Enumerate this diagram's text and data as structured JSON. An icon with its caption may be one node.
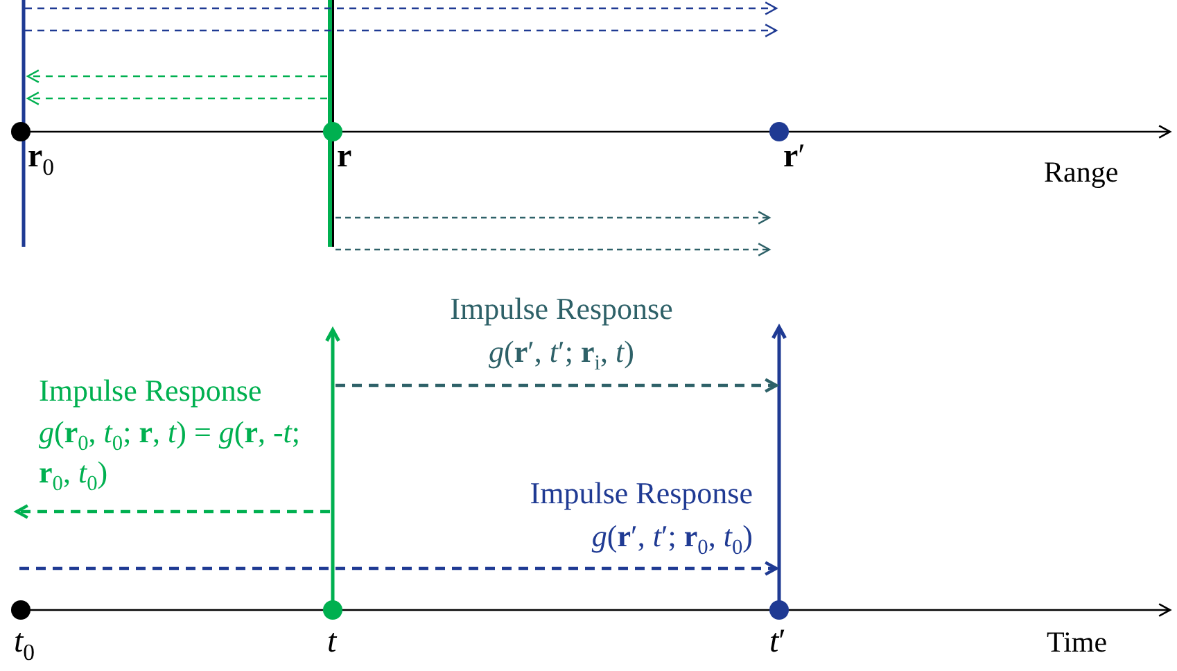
{
  "diagram": {
    "labels": [
      "**r**$_{0}$",
      "**r**",
      "**r**′",
      "Range",
      "Impulse Response",
      "*g*(**r**′, *t*′; **r**$_{i}$, *t*)",
      "Impulse Response",
      "*g*(**r**$_{0}$, *t*$_{0}$; **r**, *t*) = *g*(**r**, -*t*; **r**$_{0}$, *t*$_{0}$)",
      "Impulse Response",
      "*g*(**r**′, *t*′; **r**$_{0}$, *t*$_{0}$)",
      "*t*$_{0}$",
      "*t*",
      "*t*′",
      "Time"
    ]
  }
}
